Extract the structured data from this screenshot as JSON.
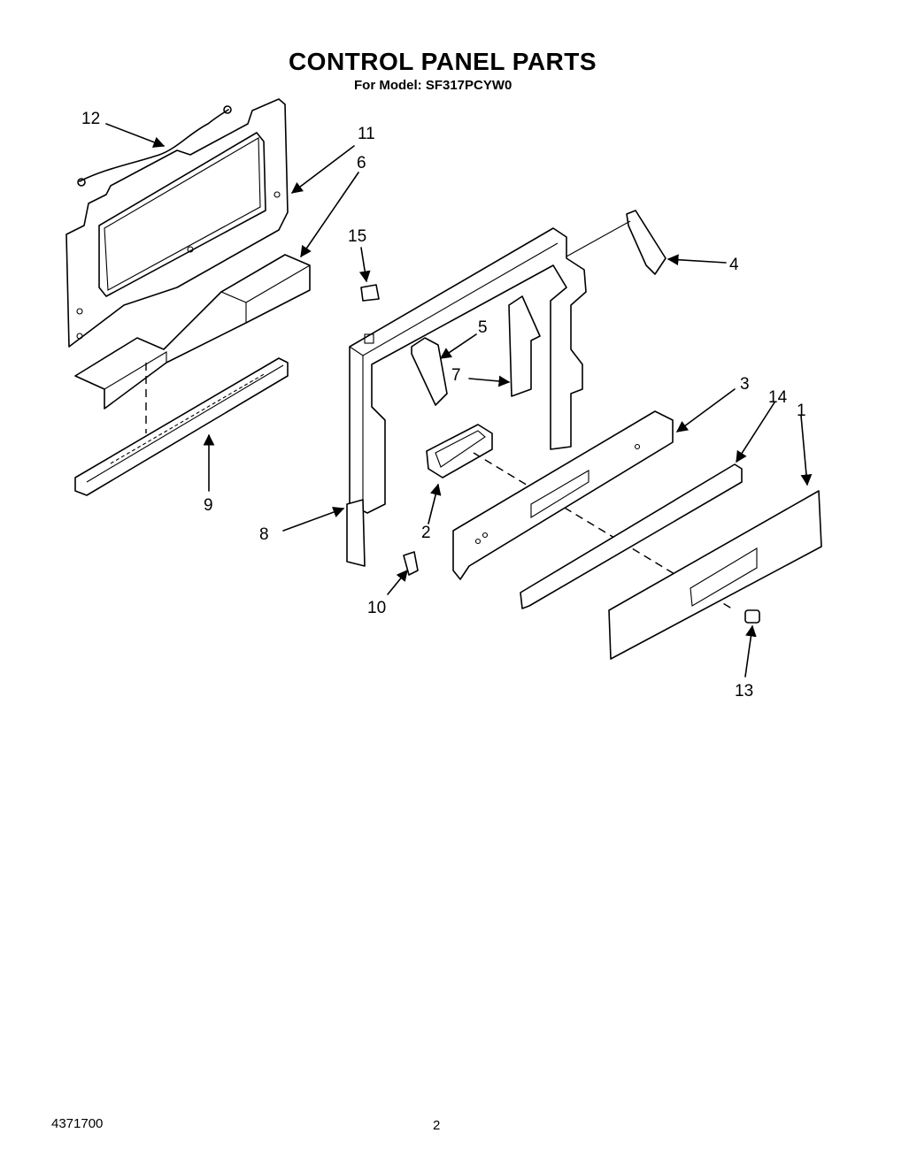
{
  "title": "CONTROL PANEL PARTS",
  "subtitle": "For Model: SF317PCYW0",
  "footer": {
    "document_number": "4371700",
    "page_number": "2"
  },
  "callouts": [
    "1",
    "2",
    "3",
    "4",
    "5",
    "6",
    "7",
    "8",
    "9",
    "10",
    "11",
    "12",
    "13",
    "14",
    "15"
  ]
}
